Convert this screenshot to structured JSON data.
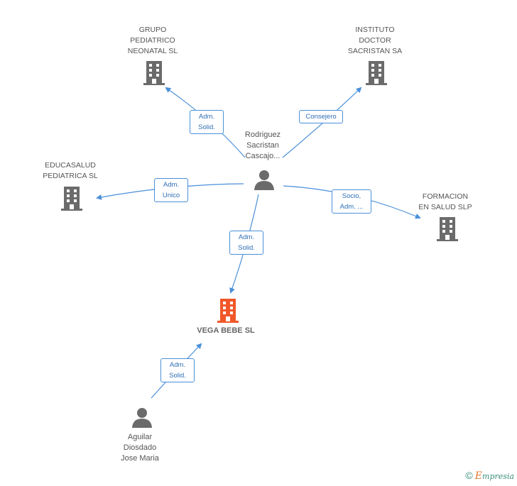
{
  "colors": {
    "edge": "#4a90d9",
    "company_icon": "#6b6b6b",
    "focus_company_icon": "#f0582a",
    "person_icon": "#6b6b6b"
  },
  "nodes": {
    "grupo": {
      "label_lines": [
        "GRUPO",
        "PEDIATRICO",
        "NEONATAL SL"
      ],
      "icon": "building-icon"
    },
    "instituto": {
      "label_lines": [
        "INSTITUTO",
        "DOCTOR",
        "SACRISTAN SA"
      ],
      "icon": "building-icon"
    },
    "educasalud": {
      "label_lines": [
        "EDUCASALUD",
        "PEDIATRICA SL"
      ],
      "icon": "building-icon"
    },
    "formacion": {
      "label_lines": [
        "FORMACION",
        "EN SALUD SLP"
      ],
      "icon": "building-icon"
    },
    "vega": {
      "label_lines": [
        "VEGA BEBE SL"
      ],
      "icon": "building-icon"
    },
    "rodriguez": {
      "label_lines": [
        "Rodriguez",
        "Sacristan",
        "Cascajo..."
      ],
      "icon": "person-icon"
    },
    "aguilar": {
      "label_lines": [
        "Aguilar",
        "Diosdado",
        "Jose Maria"
      ],
      "icon": "person-icon"
    }
  },
  "relations": {
    "to_grupo": {
      "lines": [
        "Adm.",
        "Solid."
      ]
    },
    "to_instituto": {
      "lines": [
        "Consejero"
      ]
    },
    "to_educasalud": {
      "lines": [
        "Adm.",
        "Unico"
      ]
    },
    "to_formacion": {
      "lines": [
        "Socio,",
        "Adm. ..."
      ]
    },
    "to_vega": {
      "lines": [
        "Adm.",
        "Solid."
      ]
    },
    "aguilar_to_vega": {
      "lines": [
        "Adm.",
        "Solid."
      ]
    }
  },
  "footer": {
    "copyright": "©",
    "brand_initial": "E",
    "brand_rest": "mpresia"
  }
}
